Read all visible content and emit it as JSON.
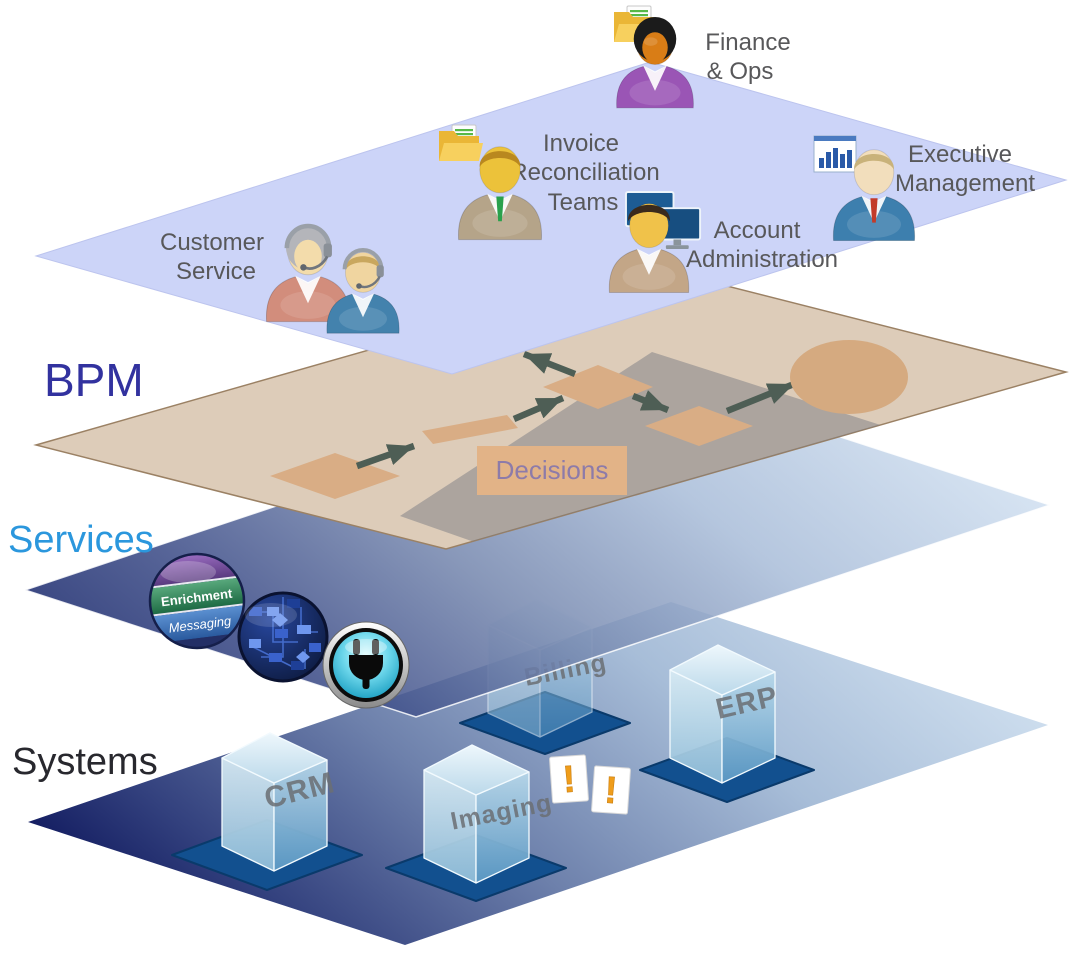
{
  "title": "Layered BPM architecture diagram",
  "colors": {
    "people_layer": "#ccd4f8",
    "people_border": "#bcc4ee",
    "bpm_layer": "#ddccb9",
    "bpm_border": "#9b8164",
    "services_dark": "#17266b",
    "services_light": "#d3e2f2",
    "systems_dark": "#10195e",
    "systems_light": "#cfdfef",
    "platform_blue": "#12508f",
    "flow_shape": "#d9ad85",
    "flow_circle": "#d5aa80",
    "arrow": "#4e5e55",
    "decisions_bg": "#e2b387",
    "decisions_text": "#8d7ba9",
    "warning_orange": "#ef9d1b",
    "label_gray": "#58585a"
  },
  "layer_labels": {
    "bpm": {
      "text": "BPM",
      "color": "#32329f"
    },
    "services": {
      "text": "Services",
      "color": "#2b97dd"
    },
    "systems": {
      "text": "Systems",
      "color": "#28282e"
    }
  },
  "people": {
    "finance_ops": {
      "lines": [
        "Finance",
        "& Ops"
      ],
      "icon": "woman-purple-suit-with-folder"
    },
    "invoice_reconciliation": {
      "lines": [
        "Invoice",
        "Reconciliation",
        "Teams"
      ],
      "icon": "man-tan-suit-green-tie-with-folder"
    },
    "executive_management": {
      "lines": [
        "Executive",
        "Management"
      ],
      "icon": "man-blue-suit-red-tie-with-bar-chart"
    },
    "customer_service": {
      "lines": [
        "Customer",
        "Service"
      ],
      "icon": "two-support-agents-with-headsets"
    },
    "account_administration": {
      "lines": [
        "Account",
        "Administration"
      ],
      "icon": "man-with-dual-monitors"
    }
  },
  "bpm": {
    "decisions_label": "Decisions"
  },
  "services": {
    "sphere_top_label": "Enrichment",
    "sphere_bottom_label": "Messaging",
    "icons": [
      "enrichment-messaging-sphere",
      "integration-circuit-sphere",
      "plug-connector-icon"
    ]
  },
  "systems": {
    "boxes": [
      {
        "id": "crm",
        "label": "CRM"
      },
      {
        "id": "imaging",
        "label": "Imaging"
      },
      {
        "id": "billing",
        "label": "Billing"
      },
      {
        "id": "erp",
        "label": "ERP"
      }
    ],
    "warnings": [
      "!",
      "!"
    ]
  }
}
